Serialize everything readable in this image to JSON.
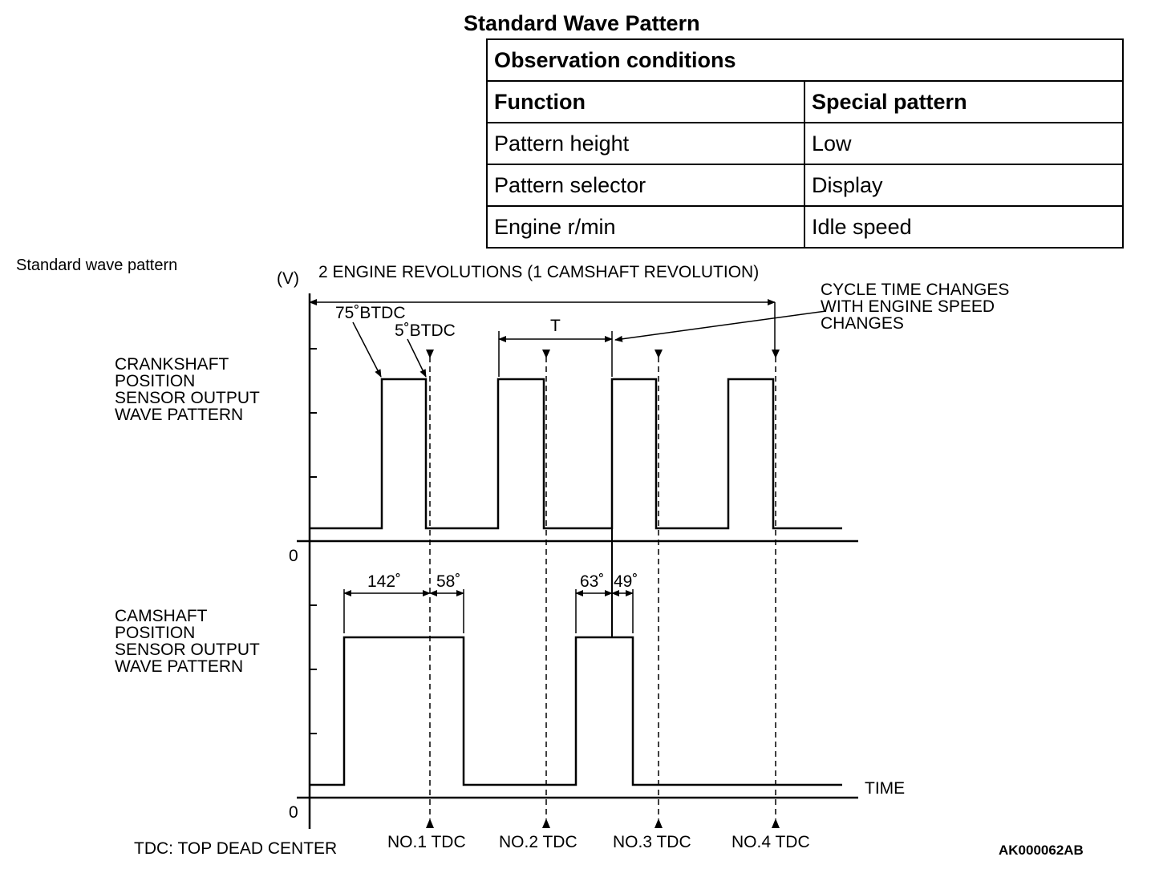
{
  "heading": "Standard Wave Pattern",
  "conditions": {
    "title": "Observation conditions",
    "header": [
      "Function",
      "Special pattern"
    ],
    "rows": [
      [
        "Pattern height",
        "Low"
      ],
      [
        "Pattern selector",
        "Display"
      ],
      [
        "Engine r/min",
        "Idle speed"
      ]
    ]
  },
  "diagram": {
    "caption": "Standard wave pattern",
    "y_unit": "(V)",
    "span_label": "2 ENGINE REVOLUTIONS (1 CAMSHAFT REVOLUTION)",
    "cycle_note": [
      "CYCLE TIME CHANGES",
      "WITH ENGINE SPEED",
      "CHANGES"
    ],
    "btdc_75": "75˚BTDC",
    "btdc_5": "5˚BTDC",
    "period_label": "T",
    "crank_label": [
      "CRANKSHAFT",
      "POSITION",
      "SENSOR OUTPUT",
      "WAVE PATTERN"
    ],
    "cam_label": [
      "CAMSHAFT",
      "POSITION",
      "SENSOR OUTPUT",
      "WAVE PATTERN"
    ],
    "zero": "0",
    "angles": [
      "142˚",
      "58˚",
      "63˚",
      "49˚"
    ],
    "time_label": "TIME",
    "tdc_marks": [
      "NO.1 TDC",
      "NO.2 TDC",
      "NO.3 TDC",
      "NO.4 TDC"
    ],
    "tdc_legend": "TDC: TOP DEAD CENTER",
    "code": "AK000062AB"
  }
}
